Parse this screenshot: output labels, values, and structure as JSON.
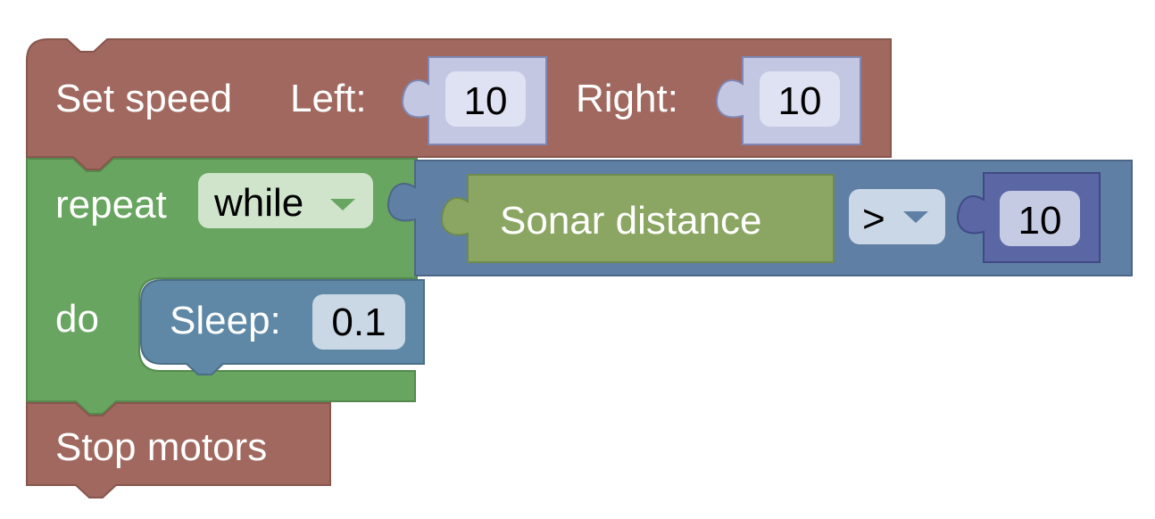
{
  "blocks": {
    "set_speed": {
      "label": "Set speed",
      "left_label": "Left:",
      "left_value": "10",
      "right_label": "Right:",
      "right_value": "10",
      "color": "#a0685e"
    },
    "repeat": {
      "label": "repeat",
      "mode": "while",
      "do_label": "do",
      "color": "#68a560"
    },
    "compare": {
      "operator": ">",
      "value": "10",
      "color": "#5f7fa5"
    },
    "sonar": {
      "label": "Sonar distance",
      "color": "#8aa662"
    },
    "sleep": {
      "label": "Sleep:",
      "value": "0.1",
      "color": "#5e88a6"
    },
    "stop": {
      "label": "Stop motors",
      "color": "#a0685e"
    }
  }
}
